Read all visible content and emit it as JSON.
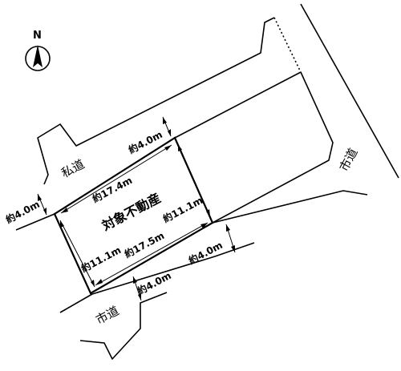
{
  "north_label": "N",
  "roads": {
    "private_road": "私道",
    "city_road_right": "市道",
    "city_road_bottom": "市道"
  },
  "subject_label": "対象不動産",
  "dimensions": {
    "top_edge": "約17.4m",
    "bottom_edge": "約17.5m",
    "left_edge": "約11.1m",
    "right_edge": "約11.1m",
    "private_road_width": "約4.0m",
    "left_road_width": "約4.0m",
    "right_road_width": "約4.0m",
    "bottom_road_width": "約4.0m"
  },
  "colors": {
    "line": "#000000",
    "background": "#ffffff"
  }
}
